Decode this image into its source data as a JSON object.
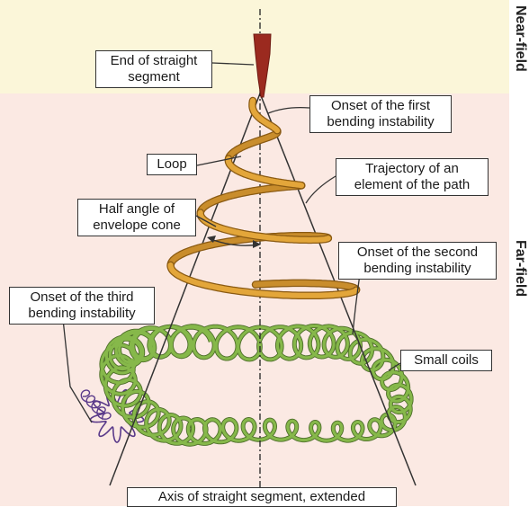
{
  "regions": {
    "near_field": "Near-field",
    "far_field": "Far-field"
  },
  "labels": {
    "end_straight": "End of straight\nsegment",
    "onset_first": "Onset of the first\nbending instability",
    "loop": "Loop",
    "trajectory": "Trajectory of an\nelement of the path",
    "half_angle": "Half angle of\nenvelope cone",
    "onset_second": "Onset of the second\nbending instability",
    "onset_third": "Onset of the third\nbending instability",
    "small_coils": "Small coils",
    "axis": "Axis of straight segment, extended"
  },
  "colors": {
    "near_field_bg": "#fbf6d9",
    "far_field_bg": "#fbe9e3",
    "jet": "#9b2a1f",
    "first_helix": "#e3a63a",
    "second_coils": "#86b84a",
    "third_coils": "#5a3a8a",
    "lines": "#333333"
  }
}
